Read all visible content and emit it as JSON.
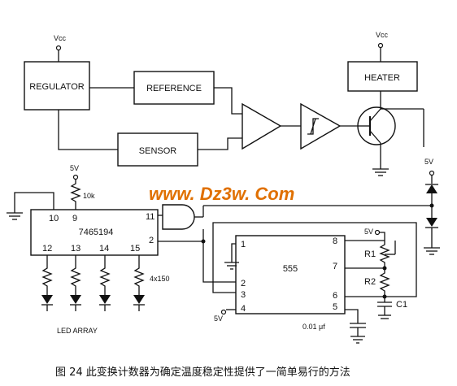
{
  "blocks": {
    "regulator": "REGULATOR",
    "reference": "REFERENCE",
    "sensor": "SENSOR",
    "heater": "HEATER",
    "counter_chip": "7465194",
    "timer_chip": "555"
  },
  "supply": {
    "vcc_left": "Vcc",
    "vcc_right": "Vcc",
    "v5_top": "5V",
    "v5_right": "5V",
    "v5_timer": "5V",
    "v5_pin4": "5V"
  },
  "components": {
    "pullup_resistor": "10k",
    "led_resistors": "4x150",
    "r1": "R1",
    "r2": "R2",
    "c1": "C1",
    "cap_value": "0.01 μf",
    "led_array": "LED ARRAY"
  },
  "pins": {
    "counter": {
      "p10": "10",
      "p9": "9",
      "p11": "11",
      "p2": "2",
      "p12": "12",
      "p13": "13",
      "p14": "14",
      "p15": "15"
    },
    "timer": {
      "p1": "1",
      "p2": "2",
      "p3": "3",
      "p4": "4",
      "p8": "8",
      "p7": "7",
      "p6": "6",
      "p5": "5"
    }
  },
  "watermark": "www. Dz3w. Com",
  "caption": "图 24 此变换计数器为确定温度稳定性提供了一简单易行的方法"
}
